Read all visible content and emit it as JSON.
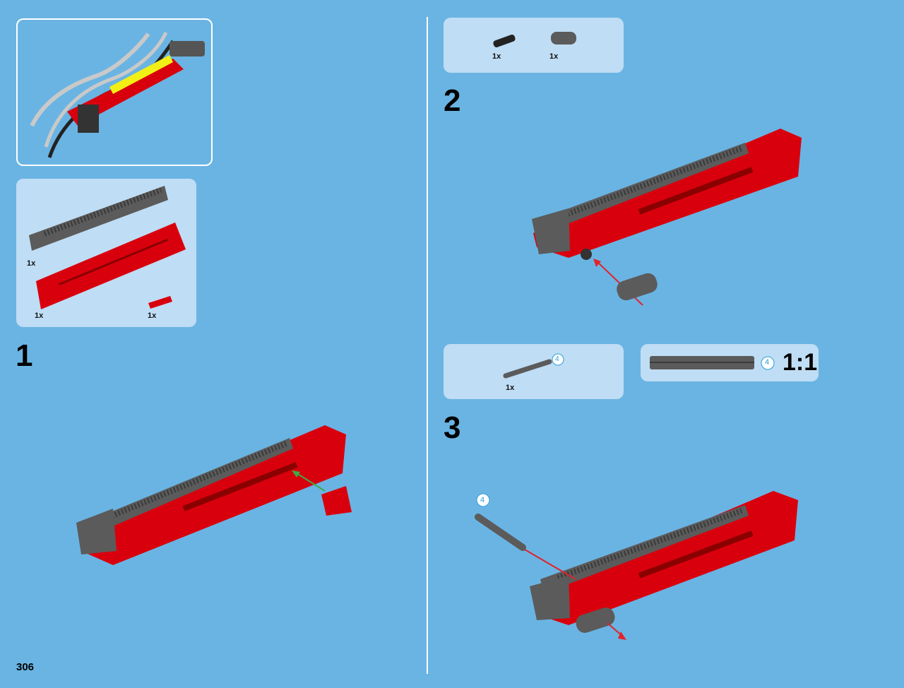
{
  "page": {
    "number": "306"
  },
  "colors": {
    "background": "#6AB4E3",
    "parts_panel": "#BFDDF4",
    "red_part": "#D9000D",
    "gray_part": "#5B5B5B",
    "arrow_red": "#E2232A",
    "arrow_green": "#3EAA45",
    "length_callout": "#2A9FD8"
  },
  "steps": [
    {
      "number": "1",
      "parts": [
        {
          "name": "gear-rack",
          "qty": "1x"
        },
        {
          "name": "red-beam-housing",
          "qty": "1x"
        },
        {
          "name": "red-connector",
          "qty": "1x"
        }
      ]
    },
    {
      "number": "2",
      "parts": [
        {
          "name": "black-pin",
          "qty": "1x"
        },
        {
          "name": "gray-liftarm",
          "qty": "1x"
        }
      ]
    },
    {
      "number": "3",
      "parts": [
        {
          "name": "gray-axle",
          "qty": "1x",
          "length": "4"
        }
      ],
      "scale": {
        "label": "1:1",
        "length": "4"
      },
      "callout_length": "4"
    }
  ]
}
